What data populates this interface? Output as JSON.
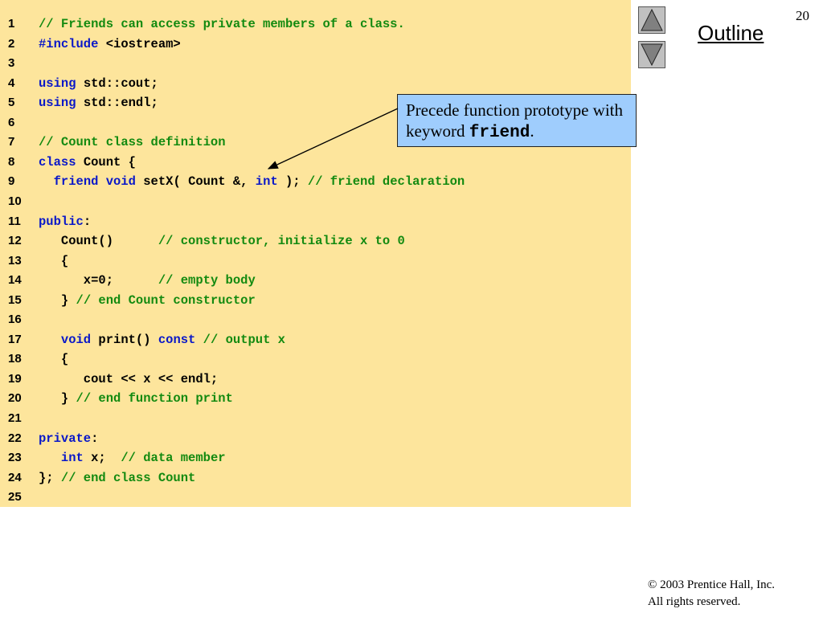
{
  "slide": {
    "page_number": "20",
    "outline_label": "Outline",
    "copyright_line1": "© 2003 Prentice Hall, Inc.",
    "copyright_line2": "All rights reserved."
  },
  "callout": {
    "text_before": "Precede function prototype with keyword ",
    "keyword": "friend",
    "text_after": "."
  },
  "colors": {
    "panel_background": "#fde59c",
    "keyword": "#0a18c8",
    "comment": "#138a10",
    "callout_background": "#9fcdfd"
  },
  "icons": [
    "up-triangle-icon",
    "down-triangle-icon"
  ],
  "code_lines": [
    {
      "n": "1",
      "segments": [
        {
          "t": "// Friends can access private members of a class.",
          "k": "cm"
        }
      ]
    },
    {
      "n": "2",
      "segments": [
        {
          "t": "#include",
          "k": "kw"
        },
        {
          "t": " <iostream>",
          "k": "pl"
        }
      ]
    },
    {
      "n": "3",
      "segments": []
    },
    {
      "n": "4",
      "segments": [
        {
          "t": "using",
          "k": "kw"
        },
        {
          "t": " std::cout;",
          "k": "pl"
        }
      ]
    },
    {
      "n": "5",
      "segments": [
        {
          "t": "using",
          "k": "kw"
        },
        {
          "t": " std::endl;",
          "k": "pl"
        }
      ]
    },
    {
      "n": "6",
      "segments": []
    },
    {
      "n": "7",
      "segments": [
        {
          "t": "// Count class definition",
          "k": "cm"
        }
      ]
    },
    {
      "n": "8",
      "segments": [
        {
          "t": "class",
          "k": "kw"
        },
        {
          "t": " Count {",
          "k": "pl"
        }
      ]
    },
    {
      "n": "9",
      "segments": [
        {
          "t": "  ",
          "k": "pl"
        },
        {
          "t": "friend",
          "k": "kw"
        },
        {
          "t": " ",
          "k": "pl"
        },
        {
          "t": "void",
          "k": "kw"
        },
        {
          "t": " setX( Count &, ",
          "k": "pl"
        },
        {
          "t": "int",
          "k": "kw"
        },
        {
          "t": " ); ",
          "k": "pl"
        },
        {
          "t": "// friend declaration",
          "k": "cm"
        }
      ]
    },
    {
      "n": "10",
      "segments": []
    },
    {
      "n": "11",
      "segments": [
        {
          "t": "public",
          "k": "kw"
        },
        {
          "t": ":",
          "k": "pl"
        }
      ]
    },
    {
      "n": "12",
      "segments": [
        {
          "t": "   Count()      ",
          "k": "pl"
        },
        {
          "t": "// constructor, initialize x to 0",
          "k": "cm"
        }
      ]
    },
    {
      "n": "13",
      "segments": [
        {
          "t": "   {",
          "k": "pl"
        }
      ]
    },
    {
      "n": "14",
      "segments": [
        {
          "t": "      x=0;      ",
          "k": "pl"
        },
        {
          "t": "// empty body",
          "k": "cm"
        }
      ]
    },
    {
      "n": "15",
      "segments": [
        {
          "t": "   } ",
          "k": "pl"
        },
        {
          "t": "// end Count constructor",
          "k": "cm"
        }
      ]
    },
    {
      "n": "16",
      "segments": []
    },
    {
      "n": "17",
      "segments": [
        {
          "t": "   ",
          "k": "pl"
        },
        {
          "t": "void",
          "k": "kw"
        },
        {
          "t": " print() ",
          "k": "pl"
        },
        {
          "t": "const",
          "k": "kw"
        },
        {
          "t": " ",
          "k": "pl"
        },
        {
          "t": "// output x",
          "k": "cm"
        }
      ]
    },
    {
      "n": "18",
      "segments": [
        {
          "t": "   {",
          "k": "pl"
        }
      ]
    },
    {
      "n": "19",
      "segments": [
        {
          "t": "      cout << x << endl;",
          "k": "pl"
        }
      ]
    },
    {
      "n": "20",
      "segments": [
        {
          "t": "   } ",
          "k": "pl"
        },
        {
          "t": "// end function print",
          "k": "cm"
        }
      ]
    },
    {
      "n": "21",
      "segments": []
    },
    {
      "n": "22",
      "segments": [
        {
          "t": "private",
          "k": "kw"
        },
        {
          "t": ":",
          "k": "pl"
        }
      ]
    },
    {
      "n": "23",
      "segments": [
        {
          "t": "   ",
          "k": "pl"
        },
        {
          "t": "int",
          "k": "kw"
        },
        {
          "t": " x;  ",
          "k": "pl"
        },
        {
          "t": "// data member",
          "k": "cm"
        }
      ]
    },
    {
      "n": "24",
      "segments": [
        {
          "t": "}; ",
          "k": "pl"
        },
        {
          "t": "// end class Count",
          "k": "cm"
        }
      ]
    },
    {
      "n": "25",
      "segments": []
    }
  ]
}
